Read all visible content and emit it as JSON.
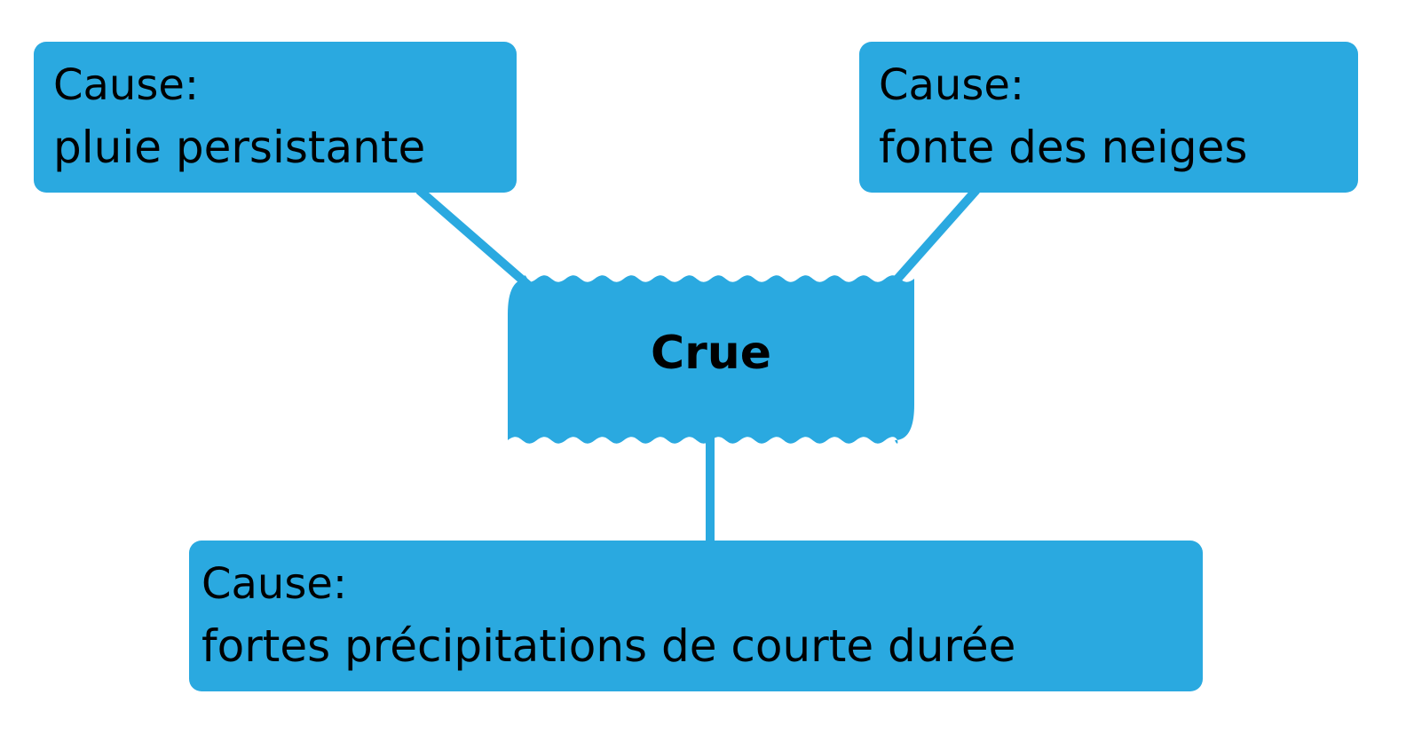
{
  "center": {
    "label": "Crue"
  },
  "causes": [
    {
      "heading": "Cause:",
      "text": "pluie persistante"
    },
    {
      "heading": "Cause:",
      "text": "fonte des neiges"
    },
    {
      "heading": "Cause:",
      "text": "fortes précipitations de courte durée"
    }
  ],
  "colors": {
    "accent": "#2aa9e0",
    "text": "#000000"
  }
}
